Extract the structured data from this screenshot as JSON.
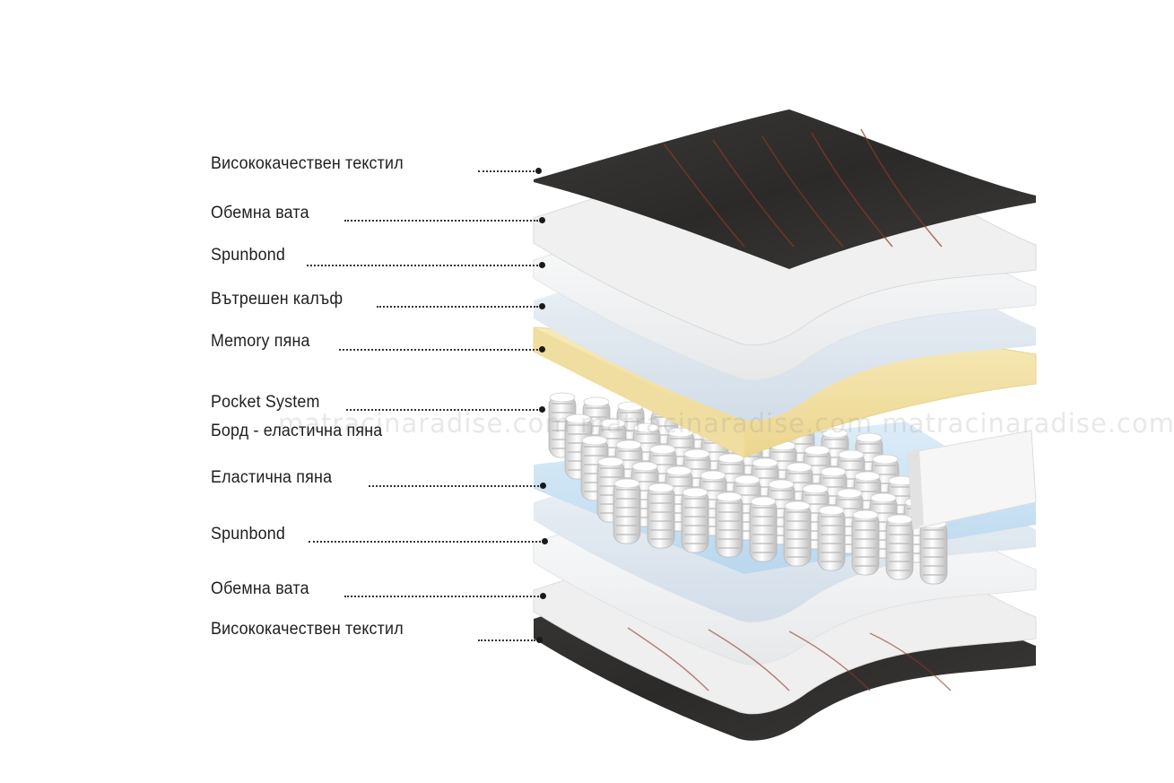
{
  "diagram": {
    "layers": [
      {
        "id": "top-textile",
        "label": "Висококачествен текстил"
      },
      {
        "id": "top-wadding",
        "label": "Обемна вата"
      },
      {
        "id": "top-spunbond",
        "label": "Spunbond"
      },
      {
        "id": "inner-cover",
        "label": "Вътрешен калъф"
      },
      {
        "id": "memory-foam",
        "label": "Memory пяна"
      },
      {
        "id": "pocket-system",
        "label": "Pocket System"
      },
      {
        "id": "border-foam",
        "label": "Борд - еластична пяна"
      },
      {
        "id": "elastic-foam",
        "label": "Еластична пяна"
      },
      {
        "id": "bottom-spunbond",
        "label": "Spunbond"
      },
      {
        "id": "bottom-wadding",
        "label": "Обемна вата"
      },
      {
        "id": "bottom-textile",
        "label": "Висококачествен текстил"
      }
    ],
    "watermark": "matracinaradise.com   matracinaradise.com   matracinaradise.com   ma",
    "colors": {
      "textile": "#2f2e2d",
      "textile_stripe": "#8a3b24",
      "wadding": "#f2f2f2",
      "spunbond": "#f7f9fb",
      "inner_cover": "#e3ecf5",
      "memory_foam": "#f3e2a6",
      "elastic_foam": "#cfe4f4",
      "springs": "#ffffff",
      "spring_shadow": "#b9b9b9"
    }
  }
}
